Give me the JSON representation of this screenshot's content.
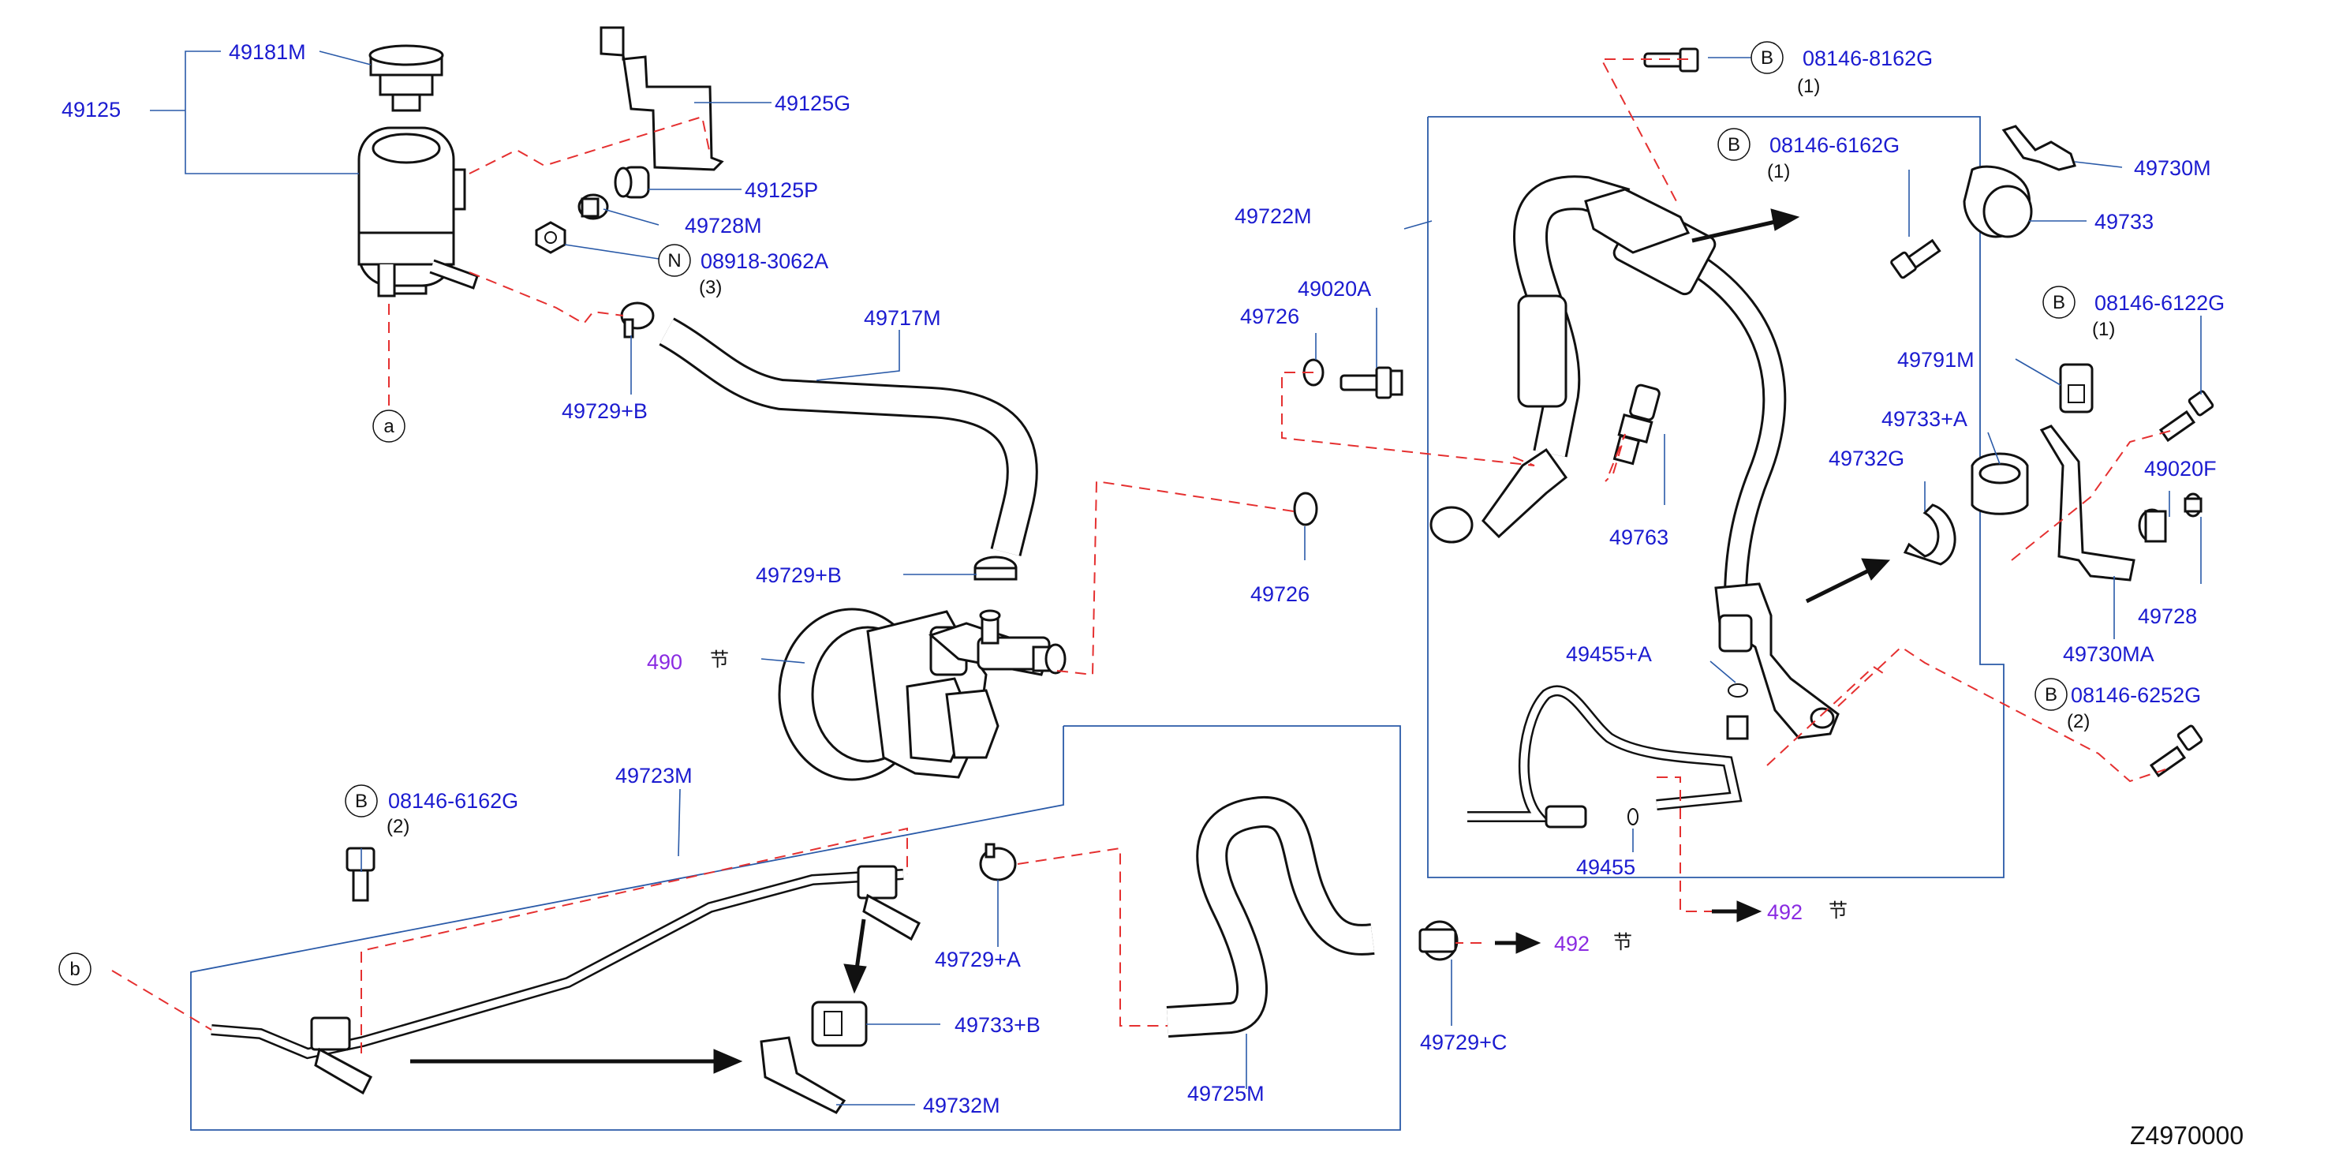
{
  "labels": {
    "p49181M": "49181M",
    "p49125": "49125",
    "p49125G": "49125G",
    "p49125P": "49125P",
    "p49728M": "49728M",
    "p08918": "08918-3062A",
    "q3a": "(3)",
    "p49717M": "49717M",
    "p49729B_1": "49729+B",
    "p49729B_2": "49729+B",
    "p490": "490",
    "sec490": "节",
    "p49723M": "49723M",
    "p08146_6162G_b": "08146-6162G",
    "q2b": "(2)",
    "p49729A": "49729+A",
    "p49733B": "49733+B",
    "p49732M": "49732M",
    "p49725M": "49725M",
    "p49729C": "49729+C",
    "p492a": "492",
    "sec492a": "节",
    "p492b": "492",
    "sec492b": "节",
    "p49020A": "49020A",
    "p49726_1": "49726",
    "p49726_2": "49726",
    "p49722M": "49722M",
    "p08146_8162G": "08146-8162G",
    "q1a": "(1)",
    "p08146_6162G_t": "08146-6162G",
    "q1b": "(1)",
    "p49730M": "49730M",
    "p49733": "49733",
    "p08146_6122G": "08146-6122G",
    "q1c": "(1)",
    "p49791M": "49791M",
    "p49733A": "49733+A",
    "p49732G": "49732G",
    "p49020F": "49020F",
    "p49763": "49763",
    "p49728": "49728",
    "p49730MA": "49730MA",
    "p49455A": "49455+A",
    "p49455": "49455",
    "p08146_6252G": "08146-6252G",
    "q2d": "(2)",
    "diagram_code": "Z4970000"
  },
  "callouts": {
    "a": "a",
    "b": "b",
    "N": "N",
    "B1": "B",
    "B2": "B",
    "B3": "B",
    "B4": "B",
    "B5": "B"
  },
  "colors": {
    "part_number": "#1b1bd0",
    "section_ref": "#8a2be2",
    "leader": "#2a5aa8",
    "dashed_link": "#e53030",
    "outline": "#111111"
  }
}
